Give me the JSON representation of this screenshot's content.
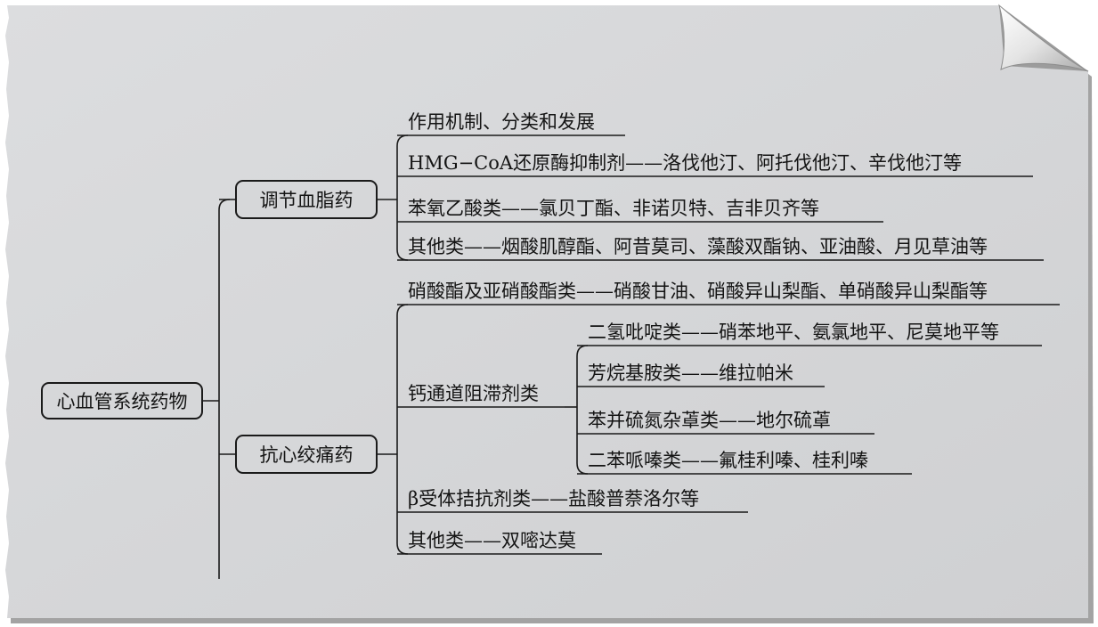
{
  "root": {
    "label": "心血管系统药物"
  },
  "branches": [
    {
      "label": "调节血脂药",
      "items": [
        "作用机制、分类和发展",
        "HMG−CoA还原酶抑制剂——洛伐他汀、阿托伐他汀、辛伐他汀等",
        "苯氧乙酸类——氯贝丁酯、非诺贝特、吉非贝齐等",
        "其他类——烟酸肌醇酯、阿昔莫司、藻酸双酯钠、亚油酸、月见草油等"
      ]
    },
    {
      "label": "抗心绞痛药",
      "items": [
        "硝酸酯及亚硝酸酯类——硝酸甘油、硝酸异山梨酯、单硝酸异山梨酯等",
        "钙通道阻滞剂类",
        "β受体拮抗剂类——盐酸普萘洛尔等",
        "其他类——双嘧达莫"
      ],
      "calcium_sub_items": [
        "二氢吡啶类——硝苯地平、氨氯地平、尼莫地平等",
        "芳烷基胺类——维拉帕米",
        "苯并硫氮杂䓬类——地尔硫䓬",
        "二苯哌嗪类——氟桂利嗪、桂利嗪"
      ]
    }
  ],
  "colors": {
    "paper": "#d6d7d9",
    "ink": "#1a1a1a",
    "paper_shadow": "#9a9a9a"
  }
}
